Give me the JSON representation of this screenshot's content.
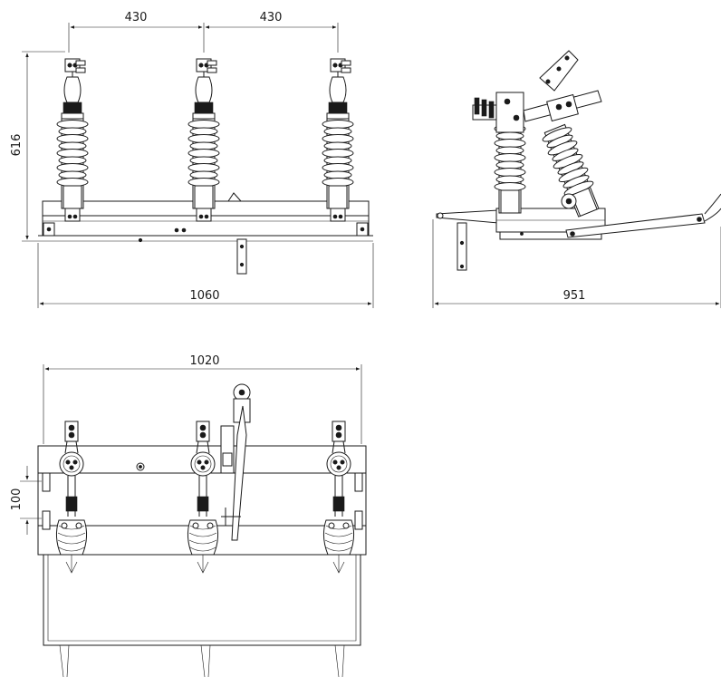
{
  "front_view": {
    "spacing_left": "430",
    "spacing_right": "430",
    "height": "616",
    "width": "1060"
  },
  "side_view": {
    "width": "951"
  },
  "top_view": {
    "width": "1020",
    "offset": "100"
  }
}
